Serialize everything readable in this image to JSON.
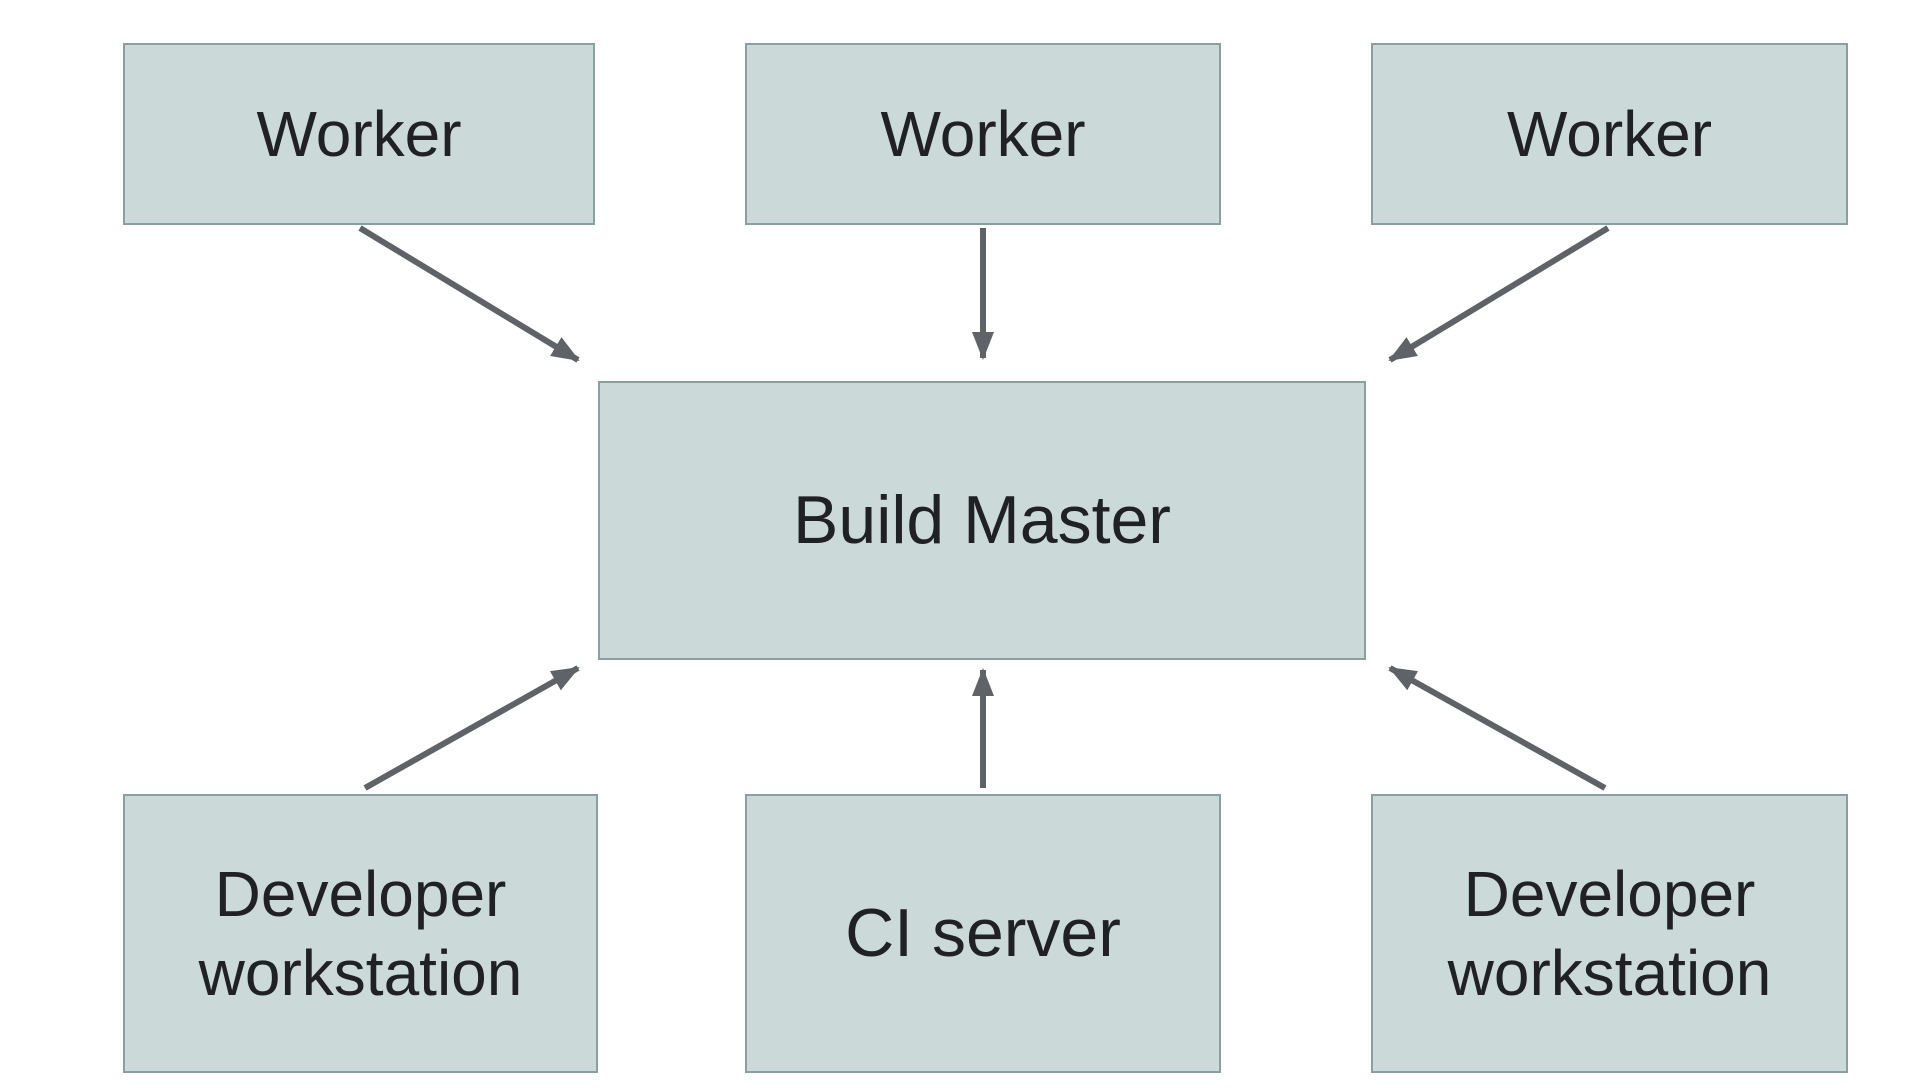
{
  "colors": {
    "node_fill": "#ccd9d9",
    "node_border": "#8aa0a0",
    "arrow": "#5f6368",
    "text_color": "#202124"
  },
  "diagram": {
    "type": "architecture-diagram",
    "nodes": [
      {
        "id": "worker-1",
        "label": "Worker"
      },
      {
        "id": "worker-2",
        "label": "Worker"
      },
      {
        "id": "worker-3",
        "label": "Worker"
      },
      {
        "id": "build-master",
        "label": "Build Master"
      },
      {
        "id": "developer-workstation-left",
        "label": "Developer workstation"
      },
      {
        "id": "ci-server",
        "label": "CI server"
      },
      {
        "id": "developer-workstation-right",
        "label": "Developer workstation"
      }
    ],
    "edges": [
      {
        "from": "worker-1",
        "to": "build-master"
      },
      {
        "from": "worker-2",
        "to": "build-master"
      },
      {
        "from": "worker-3",
        "to": "build-master"
      },
      {
        "from": "developer-workstation-left",
        "to": "build-master"
      },
      {
        "from": "ci-server",
        "to": "build-master"
      },
      {
        "from": "developer-workstation-right",
        "to": "build-master"
      }
    ]
  }
}
